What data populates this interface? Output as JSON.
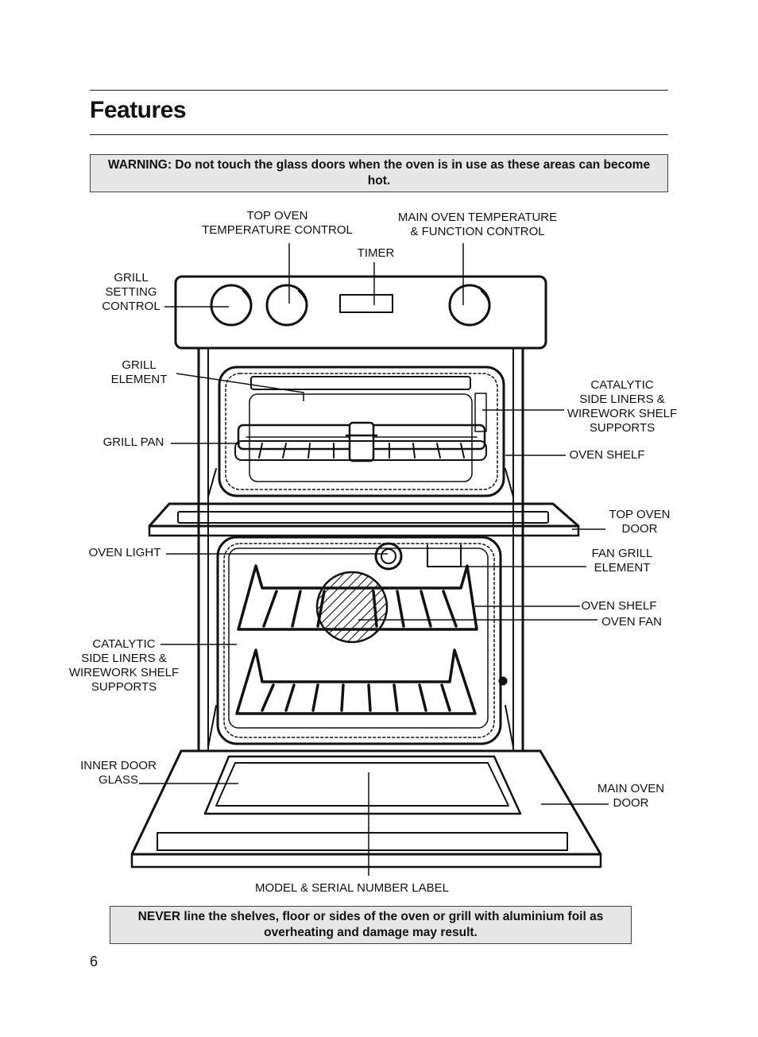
{
  "page": {
    "title": "Features",
    "warning": "WARNING: Do not touch the glass doors when the oven is in use as these areas can become hot.",
    "notice": "NEVER line the shelves, floor or sides of the oven or grill with aluminium foil as overheating and damage may result.",
    "page_number": "6"
  },
  "labels": {
    "top_oven_temp": "TOP OVEN\nTEMPERATURE CONTROL",
    "main_oven_temp": "MAIN OVEN TEMPERATURE\n& FUNCTION CONTROL",
    "timer": "TIMER",
    "grill_setting": "GRILL\nSETTING\nCONTROL",
    "grill_element": "GRILL\nELEMENT",
    "catalytic_top": "CATALYTIC\nSIDE LINERS &\nWIREWORK SHELF\nSUPPORTS",
    "grill_pan": "GRILL PAN",
    "oven_shelf_top": "OVEN SHELF",
    "top_oven_door": "TOP OVEN\nDOOR",
    "oven_light": "OVEN LIGHT",
    "fan_grill_element": "FAN GRILL\nELEMENT",
    "oven_shelf_main": "OVEN SHELF",
    "oven_fan": "OVEN FAN",
    "catalytic_main": "CATALYTIC\nSIDE LINERS &\nWIREWORK SHELF\nSUPPORTS",
    "inner_door_glass": "INNER DOOR\nGLASS",
    "main_oven_door": "MAIN OVEN\nDOOR",
    "model_serial": "MODEL & SERIAL NUMBER LABEL"
  }
}
